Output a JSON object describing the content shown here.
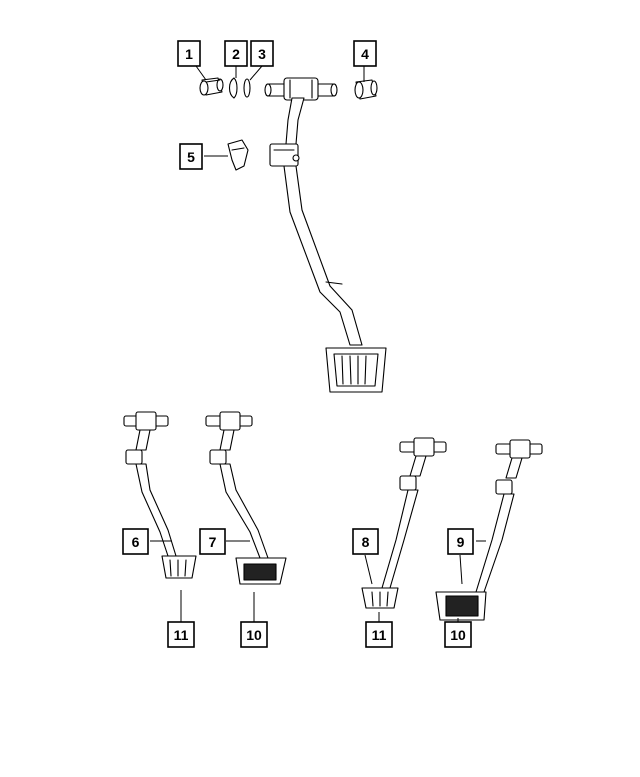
{
  "callouts": {
    "c1": "1",
    "c2": "2",
    "c3": "3",
    "c4": "4",
    "c5": "5",
    "c6": "6",
    "c7": "7",
    "c8": "8",
    "c9": "9",
    "c10a": "10",
    "c10b": "10",
    "c11a": "11",
    "c11b": "11"
  }
}
